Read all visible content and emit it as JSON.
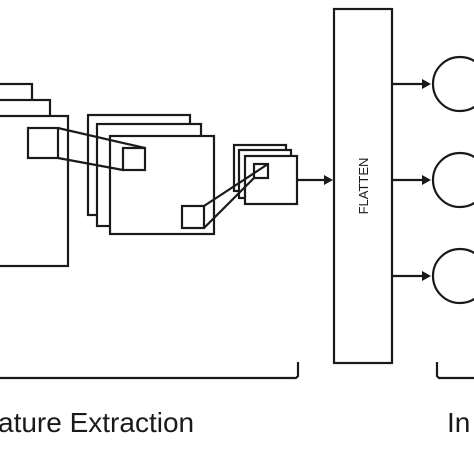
{
  "diagram": {
    "flatten_label": "FLATTEN",
    "feature_extraction_label": "ature Extraction",
    "right_label_fragment": "In"
  },
  "colors": {
    "stroke": "#1a1a1a",
    "background": "#ffffff"
  }
}
